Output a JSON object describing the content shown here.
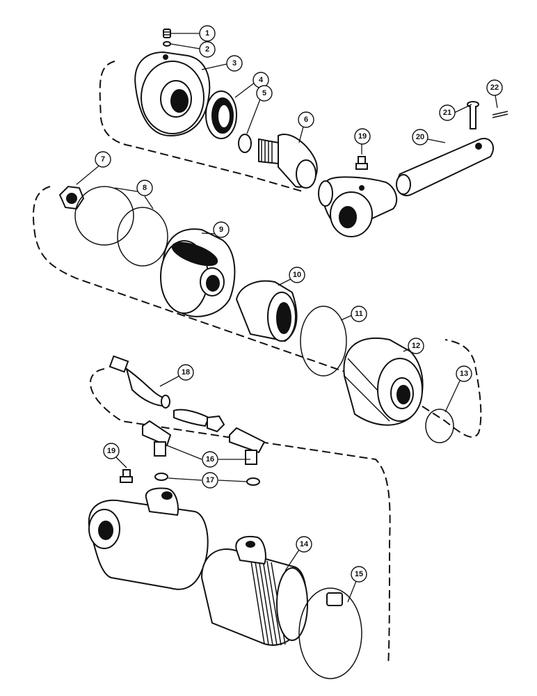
{
  "callouts": [
    {
      "id": "1",
      "label": "1"
    },
    {
      "id": "2",
      "label": "2"
    },
    {
      "id": "3",
      "label": "3"
    },
    {
      "id": "4",
      "label": "4"
    },
    {
      "id": "5",
      "label": "5"
    },
    {
      "id": "6",
      "label": "6"
    },
    {
      "id": "7",
      "label": "7"
    },
    {
      "id": "8",
      "label": "8"
    },
    {
      "id": "9",
      "label": "9"
    },
    {
      "id": "10",
      "label": "10"
    },
    {
      "id": "11",
      "label": "11"
    },
    {
      "id": "12",
      "label": "12"
    },
    {
      "id": "13",
      "label": "13"
    },
    {
      "id": "14",
      "label": "14"
    },
    {
      "id": "15",
      "label": "15"
    },
    {
      "id": "16",
      "label": "16"
    },
    {
      "id": "17",
      "label": "17"
    },
    {
      "id": "18",
      "label": "18"
    },
    {
      "id": "19a",
      "label": "19"
    },
    {
      "id": "19b",
      "label": "19"
    },
    {
      "id": "20",
      "label": "20"
    },
    {
      "id": "21",
      "label": "21"
    },
    {
      "id": "22",
      "label": "22"
    }
  ]
}
